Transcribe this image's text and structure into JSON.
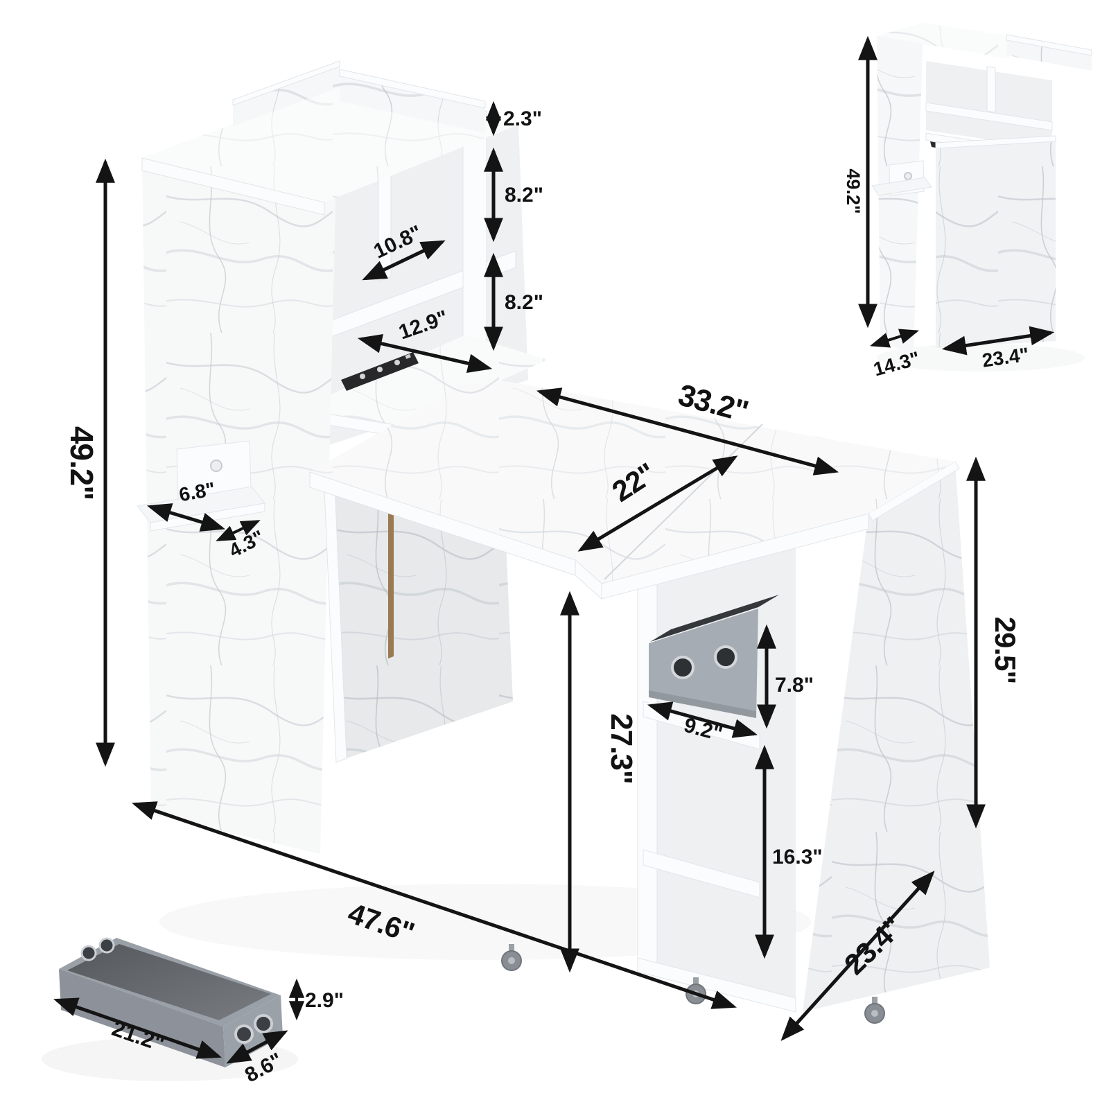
{
  "palette": {
    "line": "#141414",
    "marble_base": "#f6f7f8",
    "marble_vein": "#c3c9cf",
    "interior_gray": "#eef0f2",
    "fabric_gray": "#a6acb3",
    "fabric_dark": "#35383b",
    "tray_gray": "#8d929a",
    "gold_accent": "#9a7a52",
    "power_strip_black": "#28282a"
  },
  "diagram": {
    "main_unit": {
      "height_label": "49.2\"",
      "hutch_lip_height": "2.3\"",
      "hutch_upper_cubby_height": "8.2\"",
      "hutch_shelf_depth": "10.8\"",
      "hutch_lower_cubby_height": "8.2\"",
      "hutch_desk_nook_depth": "12.9\"",
      "desktop_width": "33.2\"",
      "desktop_depth": "22\"",
      "side_shelf_width": "6.8\"",
      "side_shelf_depth": "4.3\"",
      "underdesk_clearance": "27.3\"",
      "drawer_cubby_height": "7.8\"",
      "drawer_cubby_width": "9.2\"",
      "lower_shelf_height": "16.3\"",
      "right_panel_height": "29.5\"",
      "overall_width": "47.6\"",
      "overall_depth": "23.4\""
    },
    "hutch_inset": {
      "height": "49.2\"",
      "depth": "14.3\"",
      "width": "23.4\""
    },
    "drawer_inset": {
      "length": "21.2\"",
      "depth": "8.6\"",
      "height": "2.9\""
    }
  }
}
